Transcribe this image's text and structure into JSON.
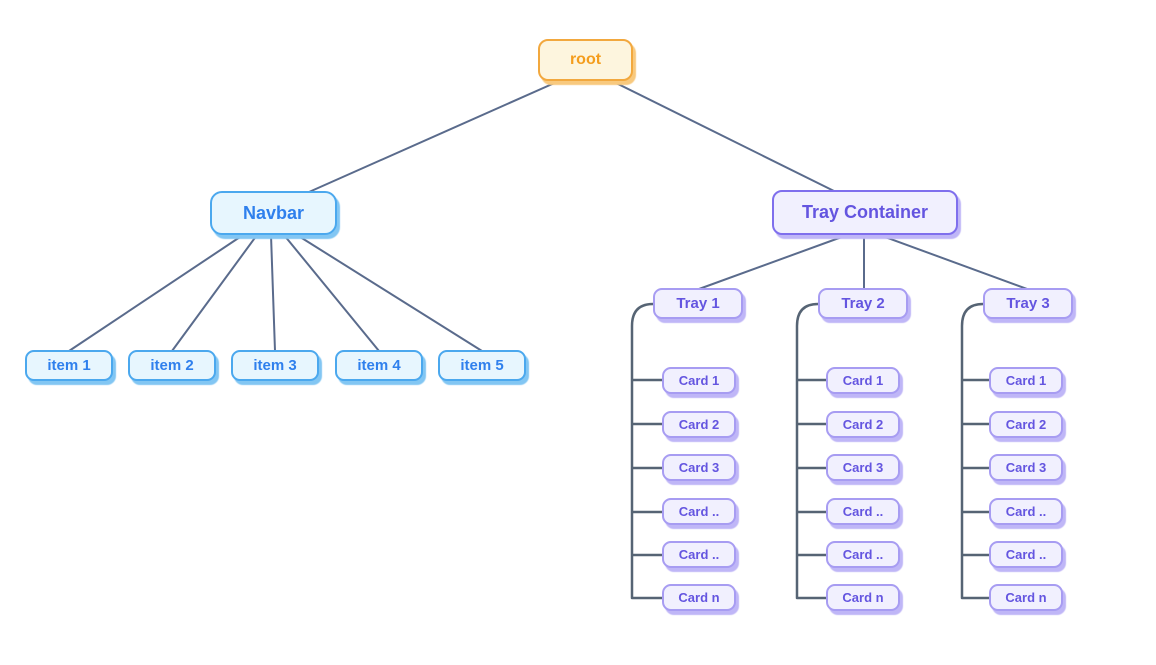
{
  "diagram": {
    "root": {
      "label": "root"
    },
    "navbar": {
      "label": "Navbar",
      "items": [
        {
          "label": "item 1"
        },
        {
          "label": "item 2"
        },
        {
          "label": "item 3"
        },
        {
          "label": "item 4"
        },
        {
          "label": "item 5"
        }
      ]
    },
    "tray_container": {
      "label": "Tray Container",
      "trays": [
        {
          "label": "Tray 1",
          "cards": [
            {
              "label": "Card 1"
            },
            {
              "label": "Card 2"
            },
            {
              "label": "Card 3"
            },
            {
              "label": "Card .."
            },
            {
              "label": "Card .."
            },
            {
              "label": "Card n"
            }
          ]
        },
        {
          "label": "Tray 2",
          "cards": [
            {
              "label": "Card 1"
            },
            {
              "label": "Card 2"
            },
            {
              "label": "Card 3"
            },
            {
              "label": "Card .."
            },
            {
              "label": "Card .."
            },
            {
              "label": "Card n"
            }
          ]
        },
        {
          "label": "Tray 3",
          "cards": [
            {
              "label": "Card 1"
            },
            {
              "label": "Card 2"
            },
            {
              "label": "Card 3"
            },
            {
              "label": "Card .."
            },
            {
              "label": "Card .."
            },
            {
              "label": "Card n"
            }
          ]
        }
      ]
    }
  },
  "colors": {
    "root_bg": "#FDF5DE",
    "root_border": "#F2A83E",
    "root_text": "#F49D1D",
    "root_shadow": "#F8C97E",
    "blue_bg": "#E7F6FE",
    "blue_border": "#4BA8EE",
    "blue_text": "#2F80ED",
    "blue_shadow": "#82C6F3",
    "purple_bg": "#F1F0FE",
    "purple_border_strong": "#7F6FED",
    "purple_border": "#A79CF2",
    "purple_text": "#6455E0",
    "purple_shadow": "#BFB6F7",
    "tree_line": "#5A6B8C",
    "bracket_line": "#566474"
  }
}
